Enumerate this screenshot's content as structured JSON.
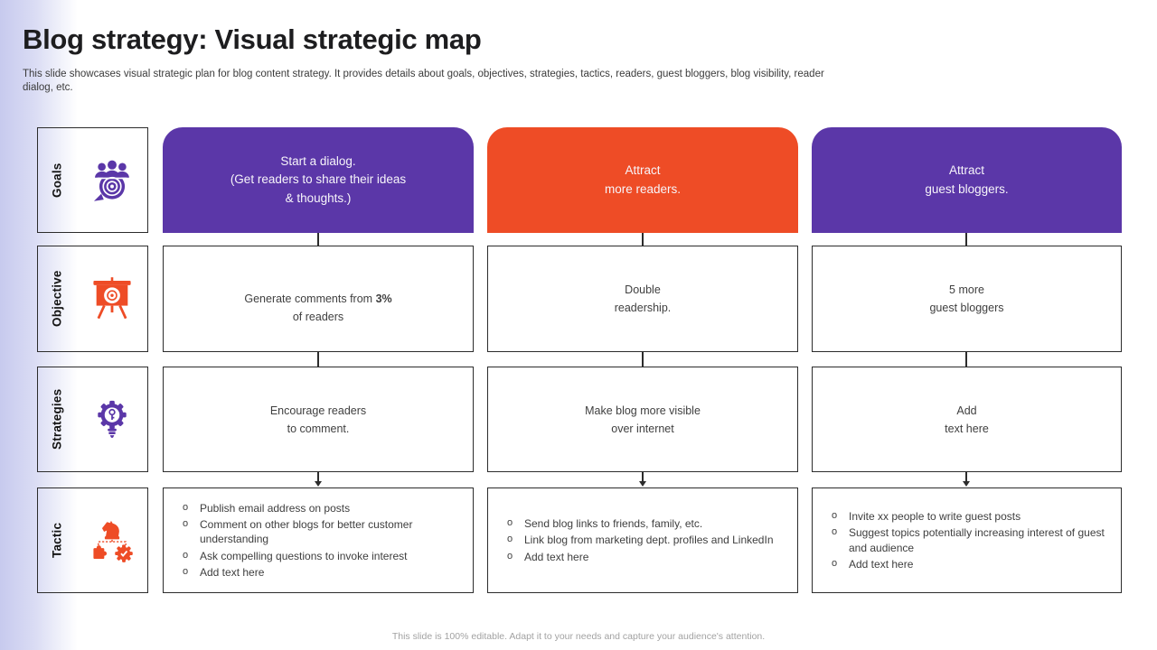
{
  "header": {
    "title": "Blog strategy: Visual strategic map",
    "subtitle": "This slide showcases visual strategic plan for blog content strategy.  It provides details about goals, objectives, strategies, tactics, readers, guest bloggers, blog visibility, reader dialog, etc."
  },
  "colors": {
    "purple": "#5b37a8",
    "orange": "#ee4c26",
    "line": "#2c2c2c",
    "side_panel": "#c7caee"
  },
  "rows": [
    {
      "label": "Goals",
      "icon": "people-target-icon"
    },
    {
      "label": "Objective",
      "icon": "presentation-target-icon"
    },
    {
      "label": "Strategies",
      "icon": "gear-key-bulb-icon"
    },
    {
      "label": "Tactic",
      "icon": "chess-knight-puzzle-gear-icon"
    }
  ],
  "goals": [
    {
      "text": "Start a dialog.\n(Get readers to share their ideas\n& thoughts.)",
      "color": "#5b37a8"
    },
    {
      "text": "Attract\nmore readers.",
      "color": "#ee4c26"
    },
    {
      "text": "Attract\nguest bloggers.",
      "color": "#5b37a8"
    }
  ],
  "objectives": [
    {
      "pre": "Generate comments from ",
      "bold": "3%",
      "post": "\nof readers"
    },
    {
      "text": "Double\nreadership."
    },
    {
      "text": "5 more\nguest bloggers"
    }
  ],
  "strategies": [
    {
      "text": "Encourage readers\nto comment."
    },
    {
      "text": "Make blog more visible\nover internet"
    },
    {
      "text": "Add\ntext here"
    }
  ],
  "tactics": [
    {
      "bullets": [
        "Publish email address on posts",
        "Comment on other blogs for better customer understanding",
        "Ask compelling questions to invoke interest",
        "Add text here"
      ]
    },
    {
      "bullets": [
        "Send blog links to friends, family, etc.",
        "Link blog from marketing dept. profiles and LinkedIn",
        "Add text here"
      ]
    },
    {
      "bullets": [
        "Invite xx people to write guest posts",
        "Suggest topics potentially increasing interest of guest and audience",
        "Add text here"
      ]
    }
  ],
  "bullet_marker": "o",
  "footer": "This slide is 100% editable.  Adapt it to your needs and capture your audience's attention."
}
